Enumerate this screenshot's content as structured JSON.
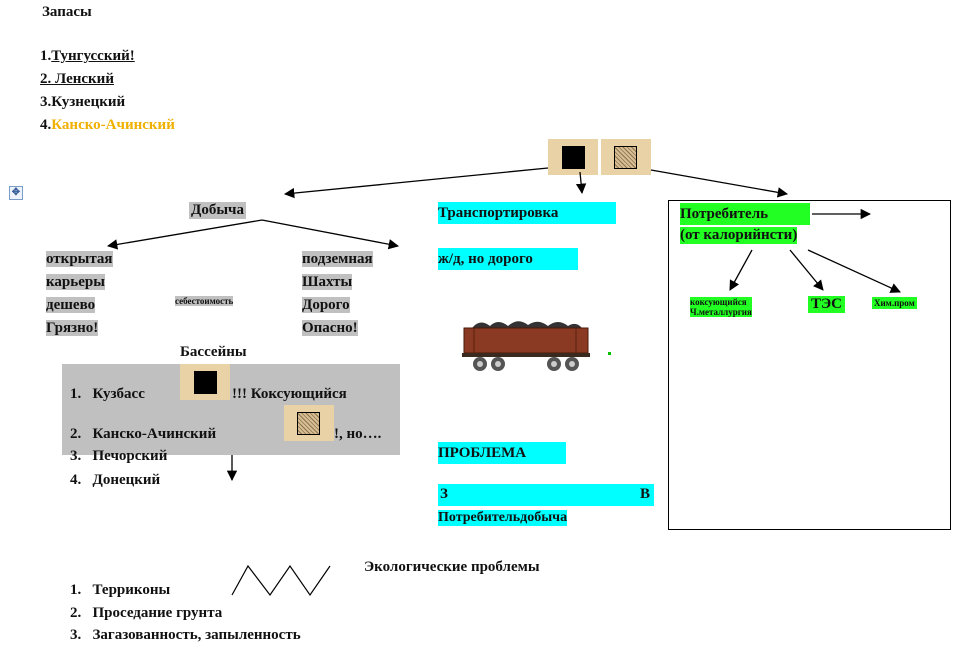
{
  "title": "Запасы",
  "reserves": [
    {
      "num": "1.",
      "name": "Тунгусский!"
    },
    {
      "num": "2. ",
      "name": "Ленский"
    },
    {
      "num": "3.",
      "name": "Кузнецкий"
    },
    {
      "num": "4.",
      "name": "Канско-Ачинский"
    }
  ],
  "mining": {
    "title": "Добыча",
    "open": [
      "открытая",
      "карьеры",
      "дешево",
      "Грязно!"
    ],
    "cost": "себестоимость",
    "underground": [
      "подземная",
      "Шахты",
      "Дорого",
      "Опасно!"
    ]
  },
  "basins": {
    "title": "Бассейны",
    "items": [
      {
        "num": "1.",
        "before": "Кузбасс",
        "after": "!!! Коксующийся"
      },
      {
        "num": "2.",
        "before": "Канско-Ачинский",
        "after": "!, но…."
      },
      {
        "num": "3.",
        "before": "Печорский",
        "after": ""
      },
      {
        "num": "4.",
        "before": "Донецкий",
        "after": ""
      }
    ]
  },
  "transport": {
    "title": "Транспортировка",
    "rail": "ж/д, но дорого",
    "problem": "ПРОБЛЕМА",
    "left": "З",
    "right": "В",
    "consumer": "Потребитель",
    "mining": "добыча"
  },
  "consumer": {
    "line1": "Потребитель",
    "line2": "(от калорийнсти)",
    "coking": [
      "коксующийся",
      "Ч.металлургия"
    ],
    "tes": "ТЭС",
    "chem": "Хим.пром"
  },
  "ecology": {
    "title": "Экологические проблемы",
    "items": [
      {
        "num": "1.",
        "text": "Терриконы"
      },
      {
        "num": "2.",
        "text": "Проседание грунта"
      },
      {
        "num": "3.",
        "text": "Загазованность, запыленность"
      }
    ]
  },
  "colors": {
    "highlight_gray": "#c0c0c0",
    "highlight_cyan": "#00ffff",
    "highlight_green": "#22ff22",
    "accent_orange": "#f0b000",
    "swatch_bg": "#e8d2a6"
  }
}
